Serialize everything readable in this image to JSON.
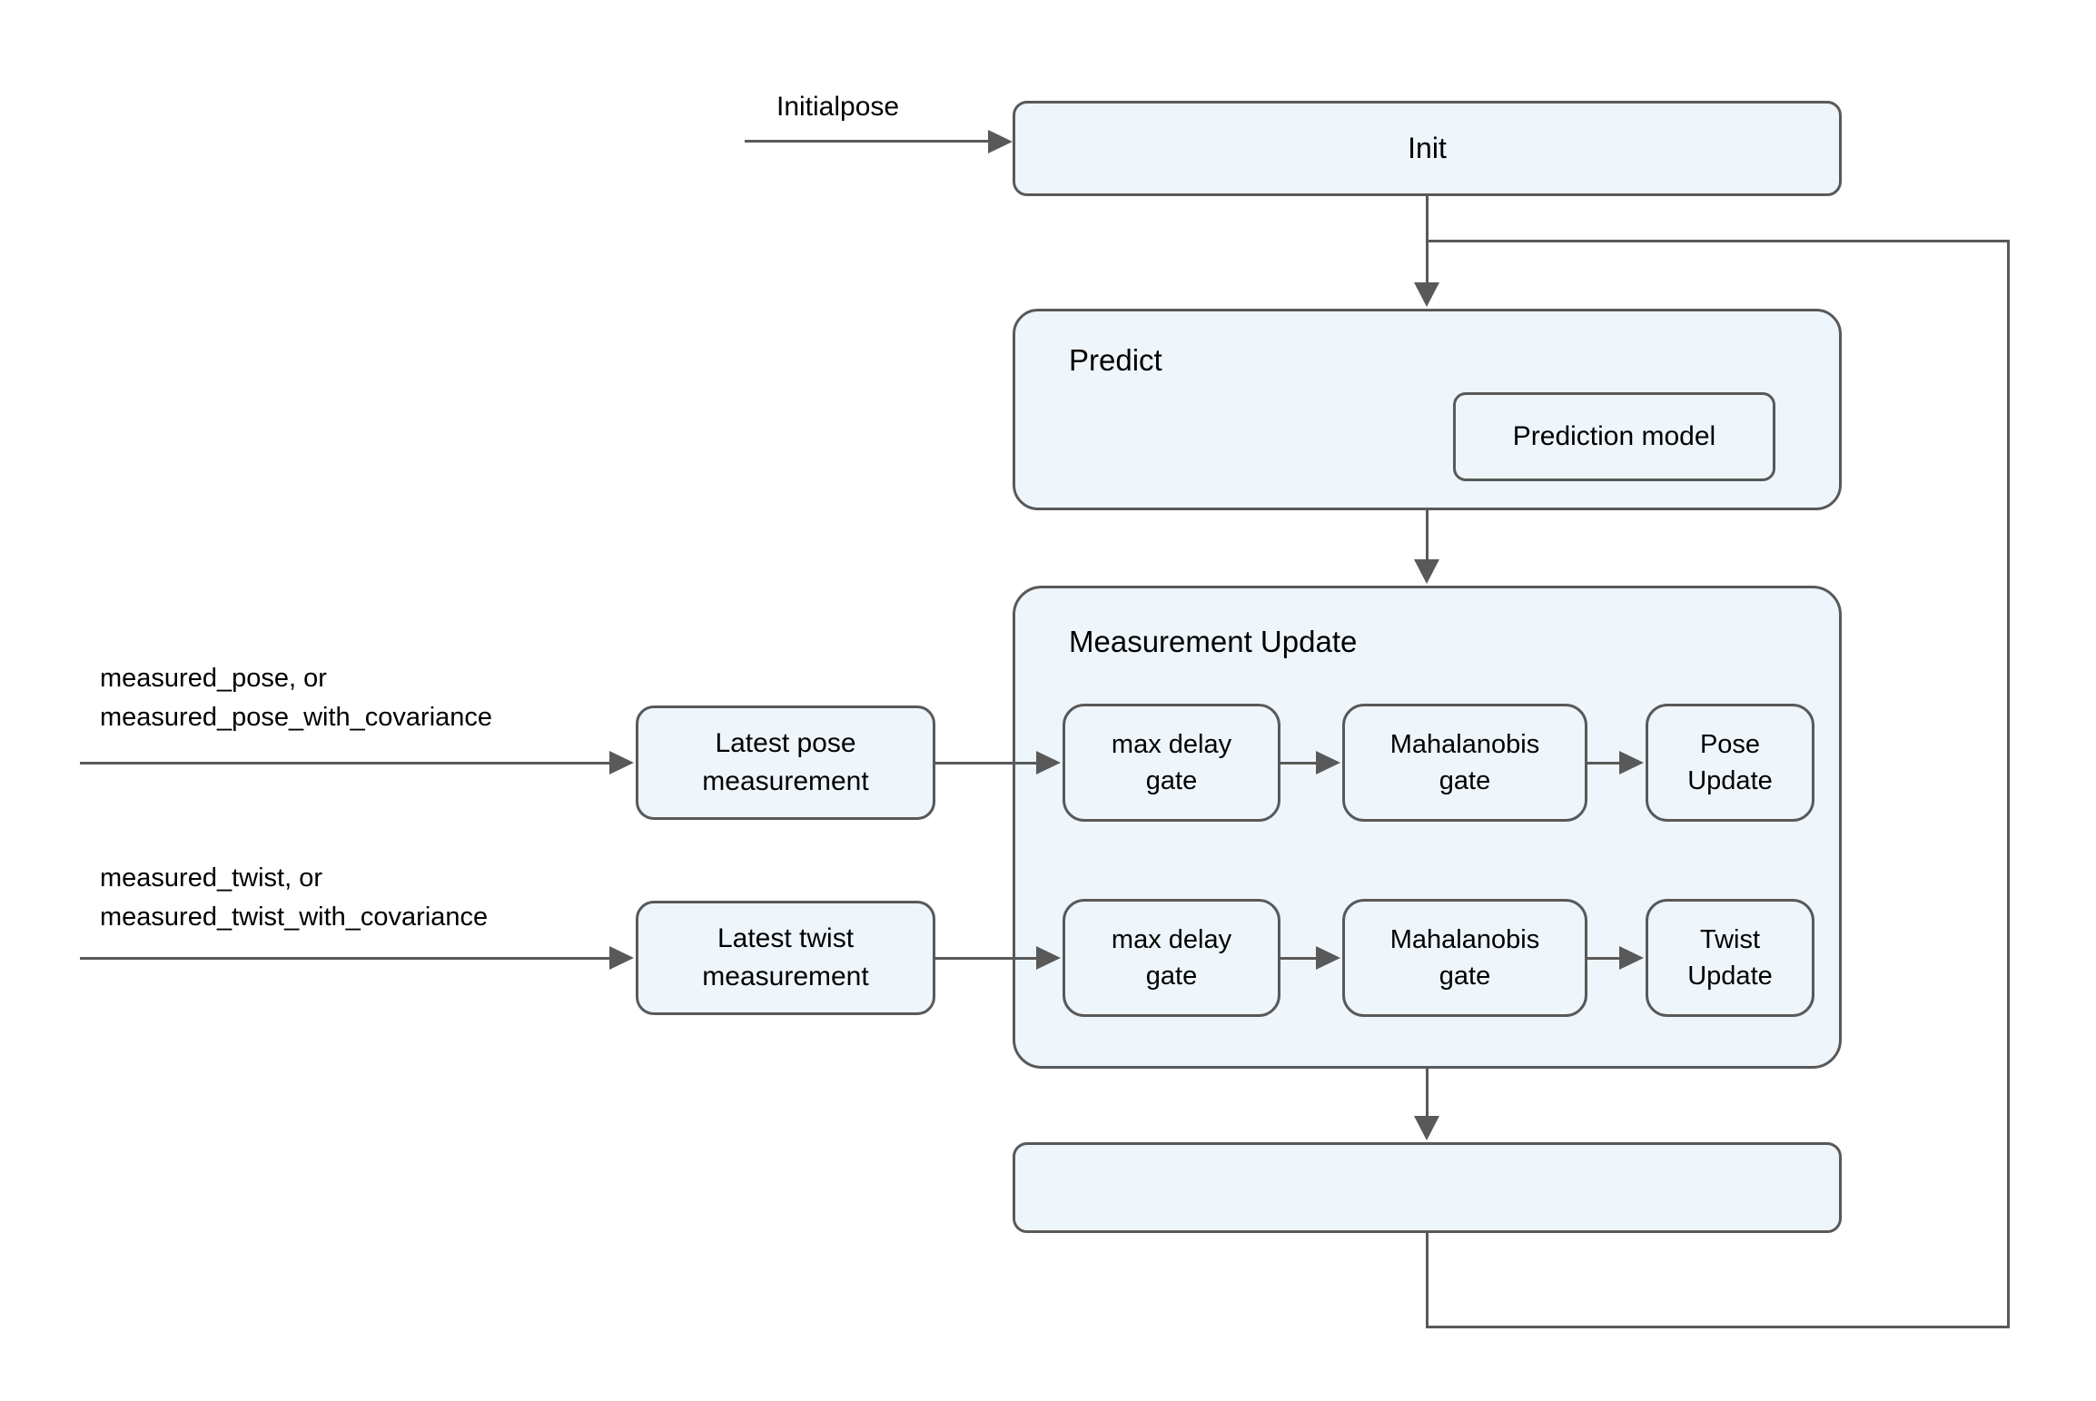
{
  "labels": {
    "initialpose": "Initialpose",
    "pose_input_line1": "measured_pose, or",
    "pose_input_line2": "measured_pose_with_covariance",
    "twist_input_line1": "measured_twist, or",
    "twist_input_line2": "measured_twist_with_covariance"
  },
  "nodes": {
    "init": "Init",
    "predict": "Predict",
    "prediction_model": "Prediction model",
    "measurement_update": "Measurement Update",
    "latest_pose_measurement": "Latest pose measurement",
    "latest_twist_measurement": "Latest twist measurement",
    "pose_row": {
      "max_delay_gate": "max delay gate",
      "mahalanobis_gate": "Mahalanobis gate",
      "pose_update": "Pose Update"
    },
    "twist_row": {
      "max_delay_gate": "max delay gate",
      "mahalanobis_gate": "Mahalanobis gate",
      "twist_update": "Twist Update"
    }
  },
  "colors": {
    "background": "#ffffff",
    "node_fill": "#eef5fb",
    "node_border": "#595959",
    "connector": "#595959",
    "text": "#000000"
  }
}
